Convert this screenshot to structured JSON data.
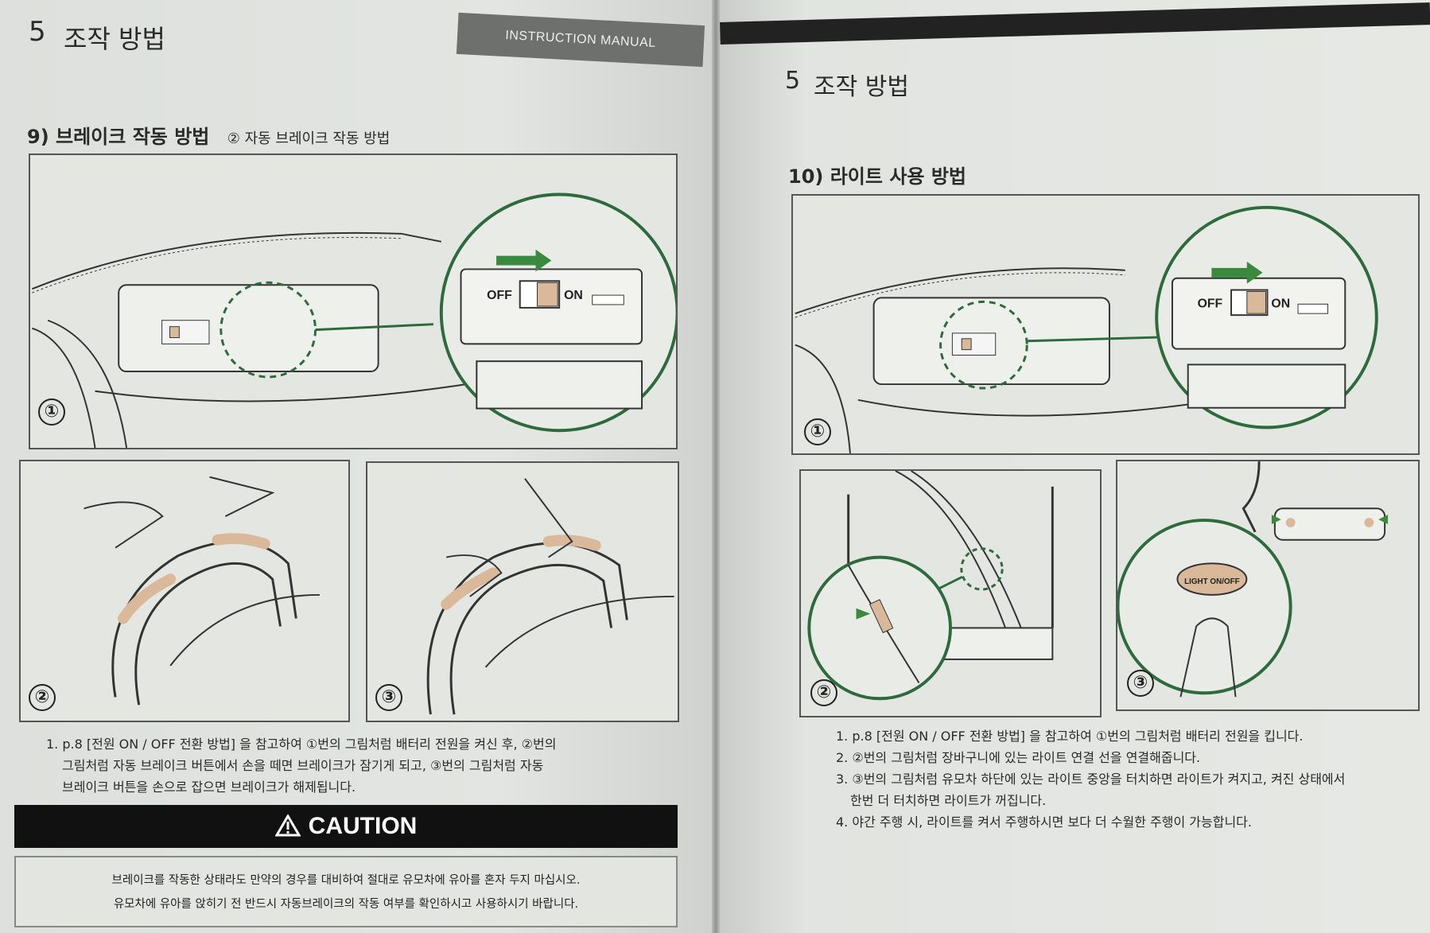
{
  "left_page": {
    "section_number": "5",
    "section_title": "조작 방법",
    "header_tab": "INSTRUCTION MANUAL",
    "subsection": {
      "title": "9) 브레이크 작동 방법",
      "subtitle": "② 자동 브레이크 작동 방법"
    },
    "figure_labels": [
      "①",
      "②",
      "③"
    ],
    "switch": {
      "off_label": "OFF",
      "on_label": "ON"
    },
    "instructions": [
      "1. p.8 [전원 ON / OFF 전환 방법] 을 참고하여 ①번의 그림처럼 배터리 전원을 켜신 후, ②번의",
      "그림처럼 자동 브레이크 버튼에서 손을 떼면 브레이크가 잠기게 되고, ③번의 그림처럼 자동",
      "브레이크 버튼을 손으로 잡으면 브레이크가 해제됩니다."
    ],
    "caution": {
      "label": "CAUTION",
      "lines": [
        "브레이크를 작동한 상태라도 만약의 경우를 대비하여 절대로 유모차에 유아를 혼자 두지 마십시오.",
        "유모차에 유아를 앉히기 전 반드시 자동브레이크의 작동 여부를 확인하시고 사용하시기 바랍니다."
      ]
    }
  },
  "right_page": {
    "section_number": "5",
    "section_title": "조작 방법",
    "subsection": {
      "title": "10) 라이트 사용 방법"
    },
    "figure_labels": [
      "①",
      "②",
      "③"
    ],
    "switch": {
      "off_label": "OFF",
      "on_label": "ON"
    },
    "light_button": "LIGHT ON/OFF",
    "instructions": [
      "1. p.8 [전원 ON / OFF 전환 방법] 을 참고하여 ①번의 그림처럼 배터리 전원을 킵니다.",
      "2. ②번의 그림처럼 장바구니에 있는 라이트 연결 선을 연결해줍니다.",
      "3. ③번의 그림처럼 유모차 하단에 있는 라이트 중앙을 터치하면 라이트가 켜지고, 켜진 상태에서",
      "   한번 더 터치하면 라이트가 꺼집니다.",
      "4. 야간 주행 시, 라이트를 켜서 주행하시면 보다 더 수월한 주행이 가능합니다."
    ]
  },
  "colors": {
    "accent_green": "#2e6b3c",
    "arrow_green": "#3a8a3e",
    "grip_tan": "#d9b999",
    "caution_black": "#111111"
  }
}
